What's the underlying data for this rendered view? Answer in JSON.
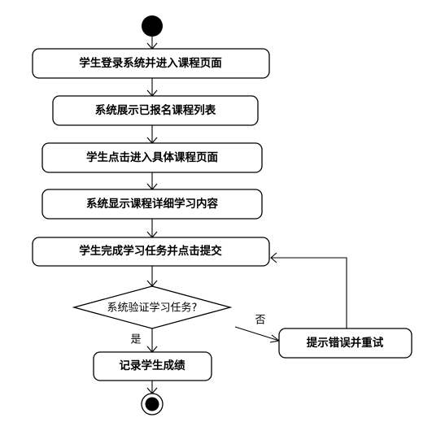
{
  "nodes": {
    "login": "学生登录系统并进入课程页面",
    "list": "系统展示已报名课程列表",
    "enter": "学生点击进入具体课程页面",
    "detail": "系统显示课程详细学习内容",
    "complete": "学生完成学习任务并点击提交",
    "verify": "系统验证学习任务?",
    "record": "记录学生成绩",
    "retry": "提示错误并重试"
  },
  "edges": {
    "yes_label": "是",
    "no_label": "否"
  }
}
